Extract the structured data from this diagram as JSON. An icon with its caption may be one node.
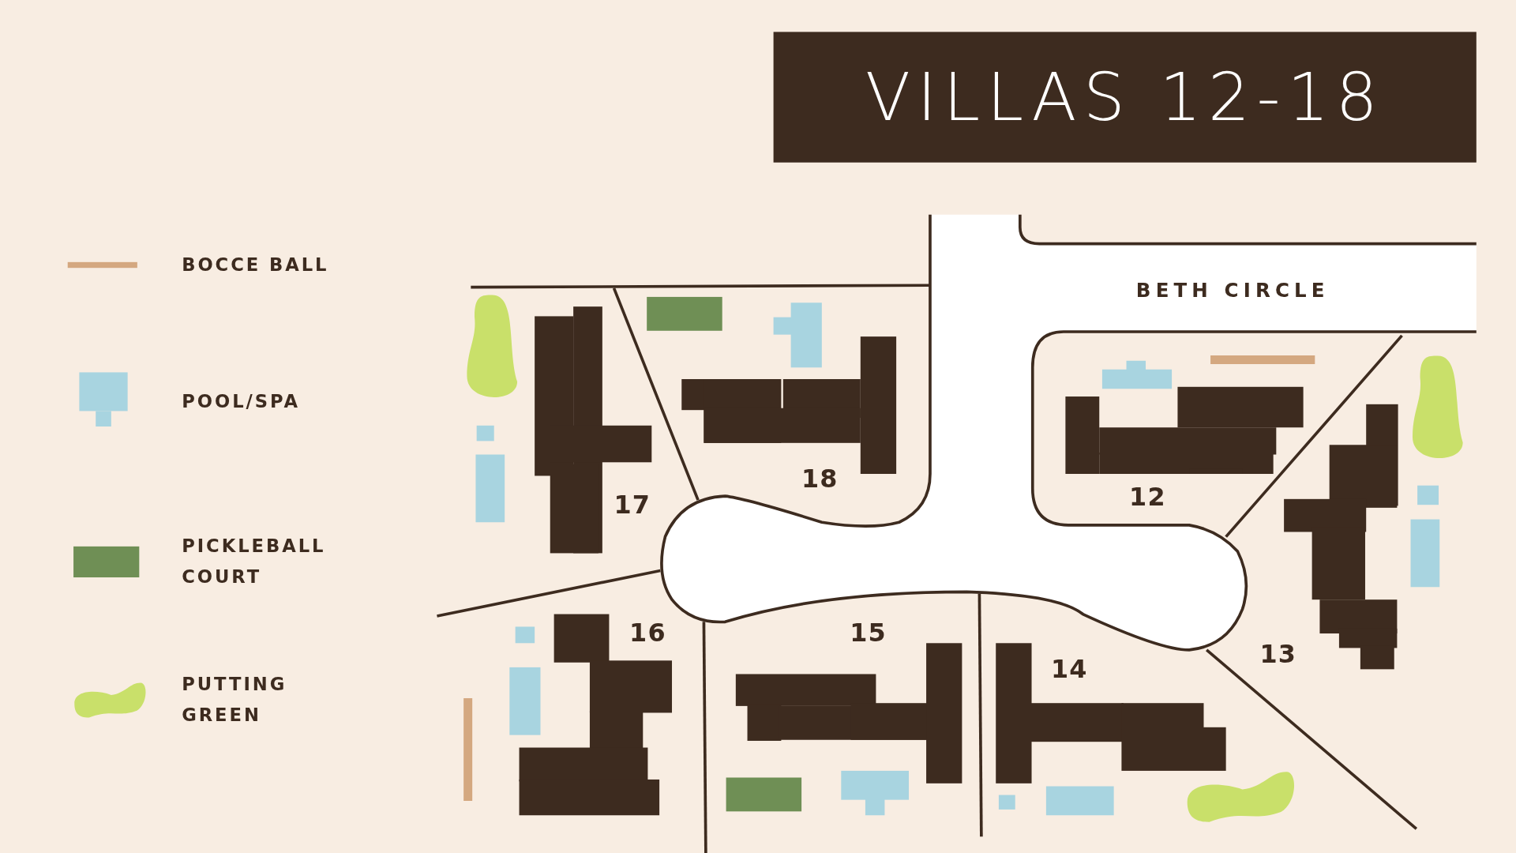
{
  "diagram": {
    "title": "VILLAS 12-18",
    "labels": [
      "BETH CIRCLE",
      "18",
      "12",
      "17",
      "16",
      "15",
      "13",
      "14"
    ],
    "legend": [
      {
        "text": "BOCCE BALL",
        "color": "#d4a880"
      },
      {
        "text": "POOL/SPA",
        "color": "#a8d4e0"
      },
      {
        "text": "PICKLEBALL COURT",
        "color": "#6f8f55"
      },
      {
        "text": "PUTTING GREEN",
        "color": "#c9e06a"
      }
    ]
  }
}
